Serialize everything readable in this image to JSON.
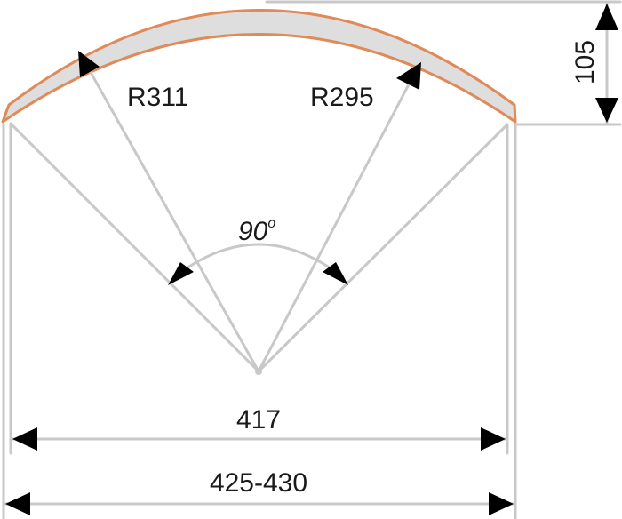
{
  "labels": {
    "radius_outer": "R311",
    "radius_inner": "R295",
    "angle": "90",
    "angle_unit": "o",
    "height": "105",
    "inner_width": "417",
    "outer_width": "425-430"
  },
  "colors": {
    "band_fill": "#dedede",
    "band_edge": "#e08a5a",
    "line": "#c8c8c8",
    "arrow": "#000000",
    "text": "#1a1a1a"
  }
}
